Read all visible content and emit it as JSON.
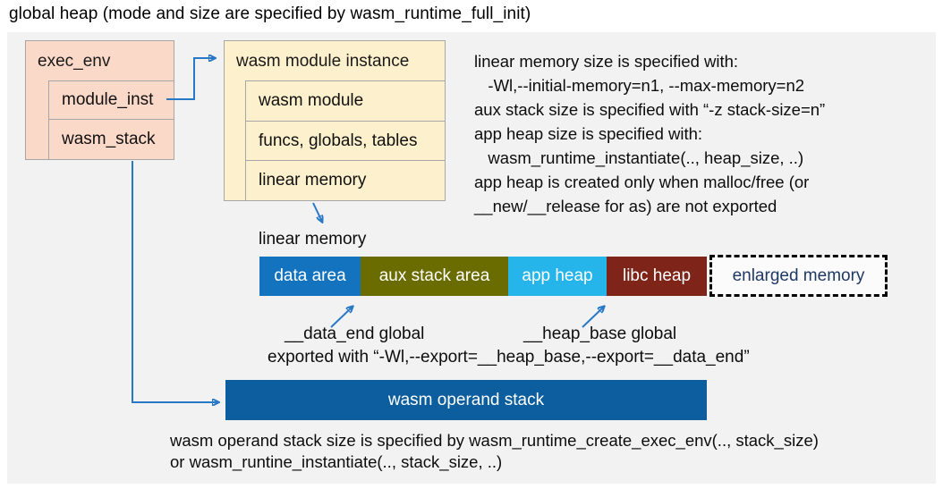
{
  "title": "global heap (mode and size are specified by wasm_runtime_full_init)",
  "colors": {
    "canvas_bg": "#F2F2F2",
    "struct_box_fill": "#FBD9C9",
    "module_box_fill": "#FDF0CC",
    "box_border": "#A6A6A6",
    "arrow_blue": "#2878C8",
    "operand_stack_fill": "#0C5E9E",
    "enlarged_memory_text": "#1F3864"
  },
  "exec_env": {
    "header": "exec_env",
    "fields": [
      {
        "label": "module_inst"
      },
      {
        "label": "wasm_stack"
      }
    ]
  },
  "module_instance": {
    "header": "wasm module instance",
    "fields": [
      {
        "label": "wasm module"
      },
      {
        "label": "funcs, globals, tables"
      },
      {
        "label": "linear memory"
      }
    ]
  },
  "notes_right": {
    "lines": [
      "linear memory size is specified with:",
      "   -Wl,--initial-memory=n1, --max-memory=n2",
      "aux stack size is specified with “-z stack-size=n”",
      "app heap size is specified with:",
      "   wasm_runtime_instantiate(.., heap_size, ..)",
      "app heap is created only when malloc/free (or",
      "__new/__release for as) are not exported"
    ]
  },
  "linear_memory": {
    "label": "linear memory",
    "segments": [
      {
        "label": "data area",
        "fill": "#1373BE"
      },
      {
        "label": "aux stack area",
        "fill": "#6B6C00"
      },
      {
        "label": "app heap",
        "fill": "#25B5EA"
      },
      {
        "label": "libc heap",
        "fill": "#7E2418"
      },
      {
        "label": "enlarged memory",
        "fill": "#FBFBFB"
      }
    ]
  },
  "annotations": {
    "data_end": "__data_end global",
    "heap_base": "__heap_base global",
    "exported": "exported with “-Wl,--export=__heap_base,--export=__data_end”"
  },
  "operand_stack": {
    "label": "wasm operand stack"
  },
  "notes_bottom": {
    "lines": [
      "wasm operand stack size is specified by wasm_runtime_create_exec_env(.., stack_size)",
      "or wasm_runtine_instantiate(.., stack_size, ..)"
    ]
  }
}
